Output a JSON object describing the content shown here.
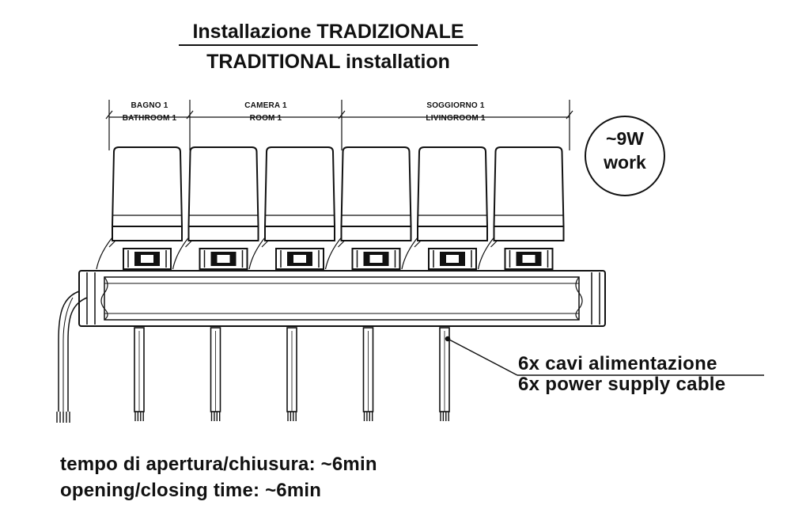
{
  "title": {
    "line1": "Installazione TRADIZIONALE",
    "line2": "TRADITIONAL installation"
  },
  "zones": [
    {
      "label_it": "BAGNO 1",
      "label_en": "BATHROOM 1"
    },
    {
      "label_it": "CAMERA 1",
      "label_en": "ROOM 1"
    },
    {
      "label_it": "SOGGIORNO 1",
      "label_en": "LIVINGROOM 1"
    }
  ],
  "power_badge": {
    "line1": "~9W",
    "line2": "work"
  },
  "cable_note": {
    "line1": "6x cavi alimentazione",
    "line2": "6x power supply cable"
  },
  "timing": {
    "line1": "tempo di apertura/chiusura: ~6min",
    "line2": "opening/closing time: ~6min"
  },
  "actuator_count": 6
}
